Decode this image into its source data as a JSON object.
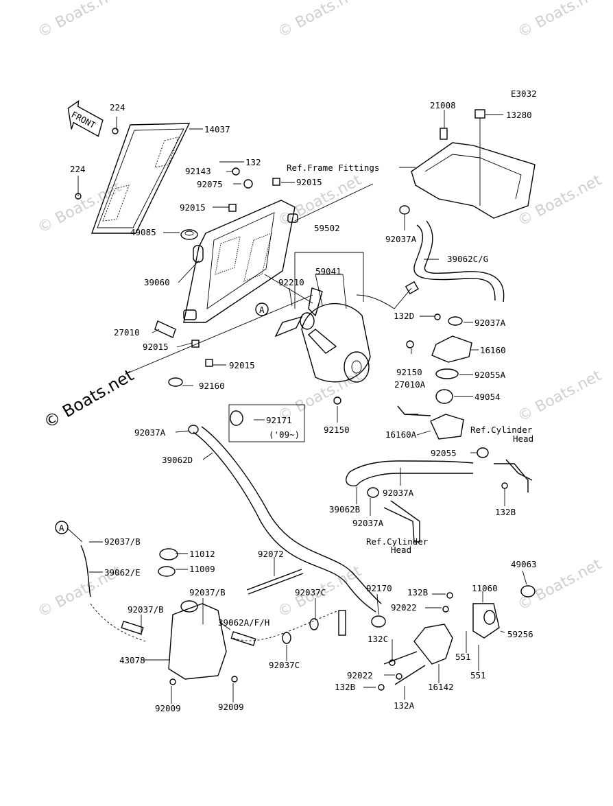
{
  "diagram": {
    "code": "E3032",
    "front_label": "FRONT",
    "callout_letter": "A",
    "watermark_small": "© Boats.net",
    "watermark_big": "© Boats.net",
    "labels": {
      "l224a": "224",
      "l224b": "224",
      "l14037": "14037",
      "l132": "132",
      "l92143": "92143",
      "l92075": "92075",
      "l92015a": "92015",
      "l92015b": "92015",
      "l92015c": "92015",
      "l92015d": "92015",
      "l49085": "49085",
      "l39060": "39060",
      "l27010": "27010",
      "l92160": "92160",
      "l21008": "21008",
      "l13280": "13280",
      "lRefFrame": "Ref.Frame Fittings",
      "l92037A1": "92037A",
      "l59502": "59502",
      "l39062CG": "39062C/G",
      "l59041": "59041",
      "l92210": "92210",
      "l132D": "132D",
      "l92037A2": "92037A",
      "l16160": "16160",
      "l92150a": "92150",
      "l27010A": "27010A",
      "l92055A": "92055A",
      "l49054": "49054",
      "l92171": "92171",
      "l09": "('09~)",
      "l92150b": "92150",
      "l16160A": "16160A",
      "lRefCyl1a": "Ref.Cylinder",
      "lRefCyl1b": "Head",
      "l92037A3": "92037A",
      "l39062D": "39062D",
      "l92055": "92055",
      "l92037A4": "92037A",
      "l39062B": "39062B",
      "l92037A5": "92037A",
      "l132B1": "132B",
      "lRefCyl2a": "Ref.Cylinder",
      "lRefCyl2b": "Head",
      "l92037B1": "92037/B",
      "l11012": "11012",
      "l39062E": "39062/E",
      "l11009": "11009",
      "l92072": "92072",
      "l92170": "92170",
      "l132B2": "132B",
      "l11060": "11060",
      "l49063": "49063",
      "l92037B2": "92037/B",
      "l92037C1": "92037C",
      "l92022a": "92022",
      "l92037B3": "92037/B",
      "l39062AFH": "39062A/F/H",
      "l59256": "59256",
      "l132C": "132C",
      "l43078": "43078",
      "l92037C2": "92037C",
      "l551a": "551",
      "l92022b": "92022",
      "l551b": "551",
      "l16142": "16142",
      "l132B3": "132B",
      "l132A": "132A",
      "l92009a": "92009",
      "l92009b": "92009"
    }
  }
}
